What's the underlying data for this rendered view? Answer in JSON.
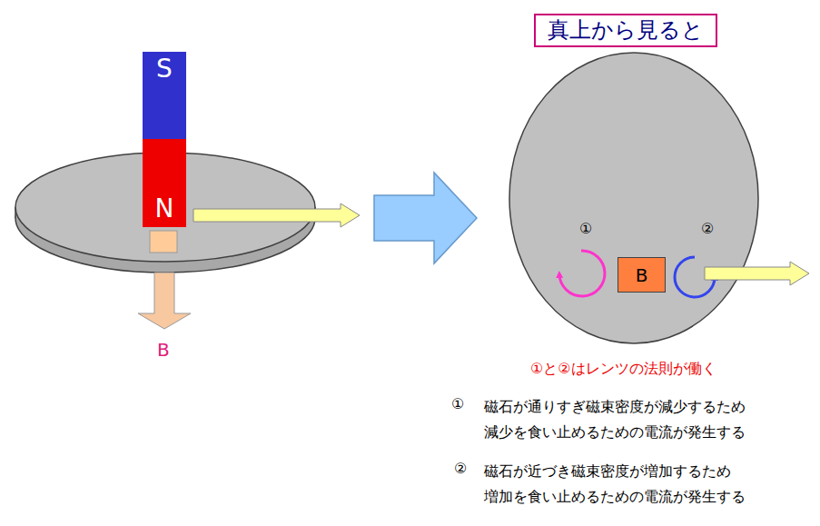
{
  "diagram": {
    "nodes": [
      {
        "text": [
          "S"
        ]
      },
      {
        "text": [
          "N"
        ]
      },
      {
        "text": [
          "真上から見ると"
        ]
      },
      {
        "text": [
          "B"
        ]
      }
    ],
    "labels": [
      "B",
      "①",
      "②",
      "①と②はレンツの法則が働く",
      "①",
      "磁石が通りすぎ磁束密度が減少するため 減少を食い止めるための電流が発生する",
      "②",
      "磁石が近づき磁束密度が増加するため 増加を食い止めるための電流が発生する"
    ]
  }
}
